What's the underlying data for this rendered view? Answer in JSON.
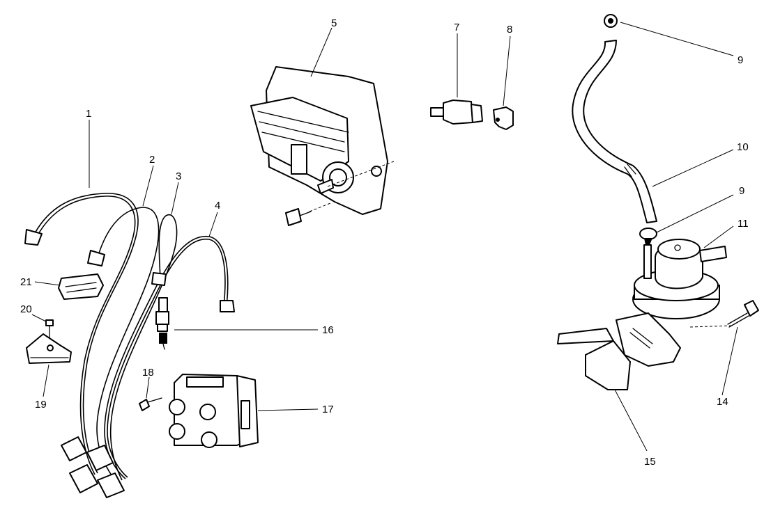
{
  "callouts": [
    {
      "id": "c1",
      "label": "1"
    },
    {
      "id": "c2",
      "label": "2"
    },
    {
      "id": "c3",
      "label": "3"
    },
    {
      "id": "c4",
      "label": "4"
    },
    {
      "id": "c5",
      "label": "5"
    },
    {
      "id": "c7",
      "label": "7"
    },
    {
      "id": "c8",
      "label": "8"
    },
    {
      "id": "c9a",
      "label": "9"
    },
    {
      "id": "c9b",
      "label": "9"
    },
    {
      "id": "c10",
      "label": "10"
    },
    {
      "id": "c11",
      "label": "11"
    },
    {
      "id": "c14",
      "label": "14"
    },
    {
      "id": "c15",
      "label": "15"
    },
    {
      "id": "c16",
      "label": "16"
    },
    {
      "id": "c17",
      "label": "17"
    },
    {
      "id": "c18",
      "label": "18"
    },
    {
      "id": "c19",
      "label": "19"
    },
    {
      "id": "c20",
      "label": "20"
    },
    {
      "id": "c21",
      "label": "21"
    }
  ]
}
